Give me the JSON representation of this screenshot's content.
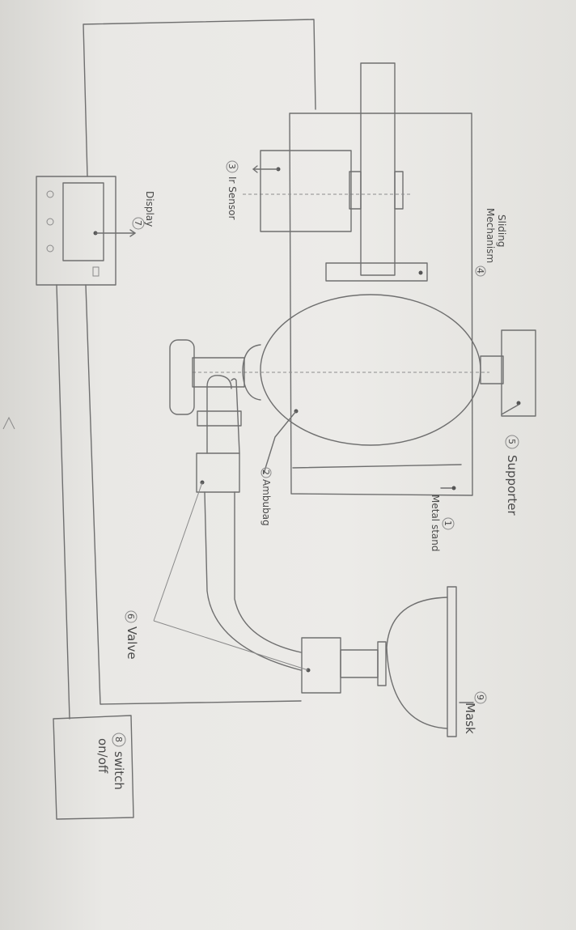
{
  "labels": {
    "sliding": "Sliding",
    "mechanism": "Mechanism",
    "num_sliding": "4",
    "ir_sensor": "Ir Sensor",
    "num_ir": "3",
    "display": "Display",
    "num_display": "7",
    "supporter": "Supporter",
    "num_supporter": "5",
    "ambubag": "Ambubag",
    "num_ambubag": "2",
    "metal_stand": "Metal stand",
    "num_stand": "1",
    "valve": "Valve",
    "num_valve": "6",
    "mask": "Mask",
    "num_mask": "9",
    "switch_line1": "switch",
    "switch_line2": "on/off",
    "num_switch": "8"
  }
}
